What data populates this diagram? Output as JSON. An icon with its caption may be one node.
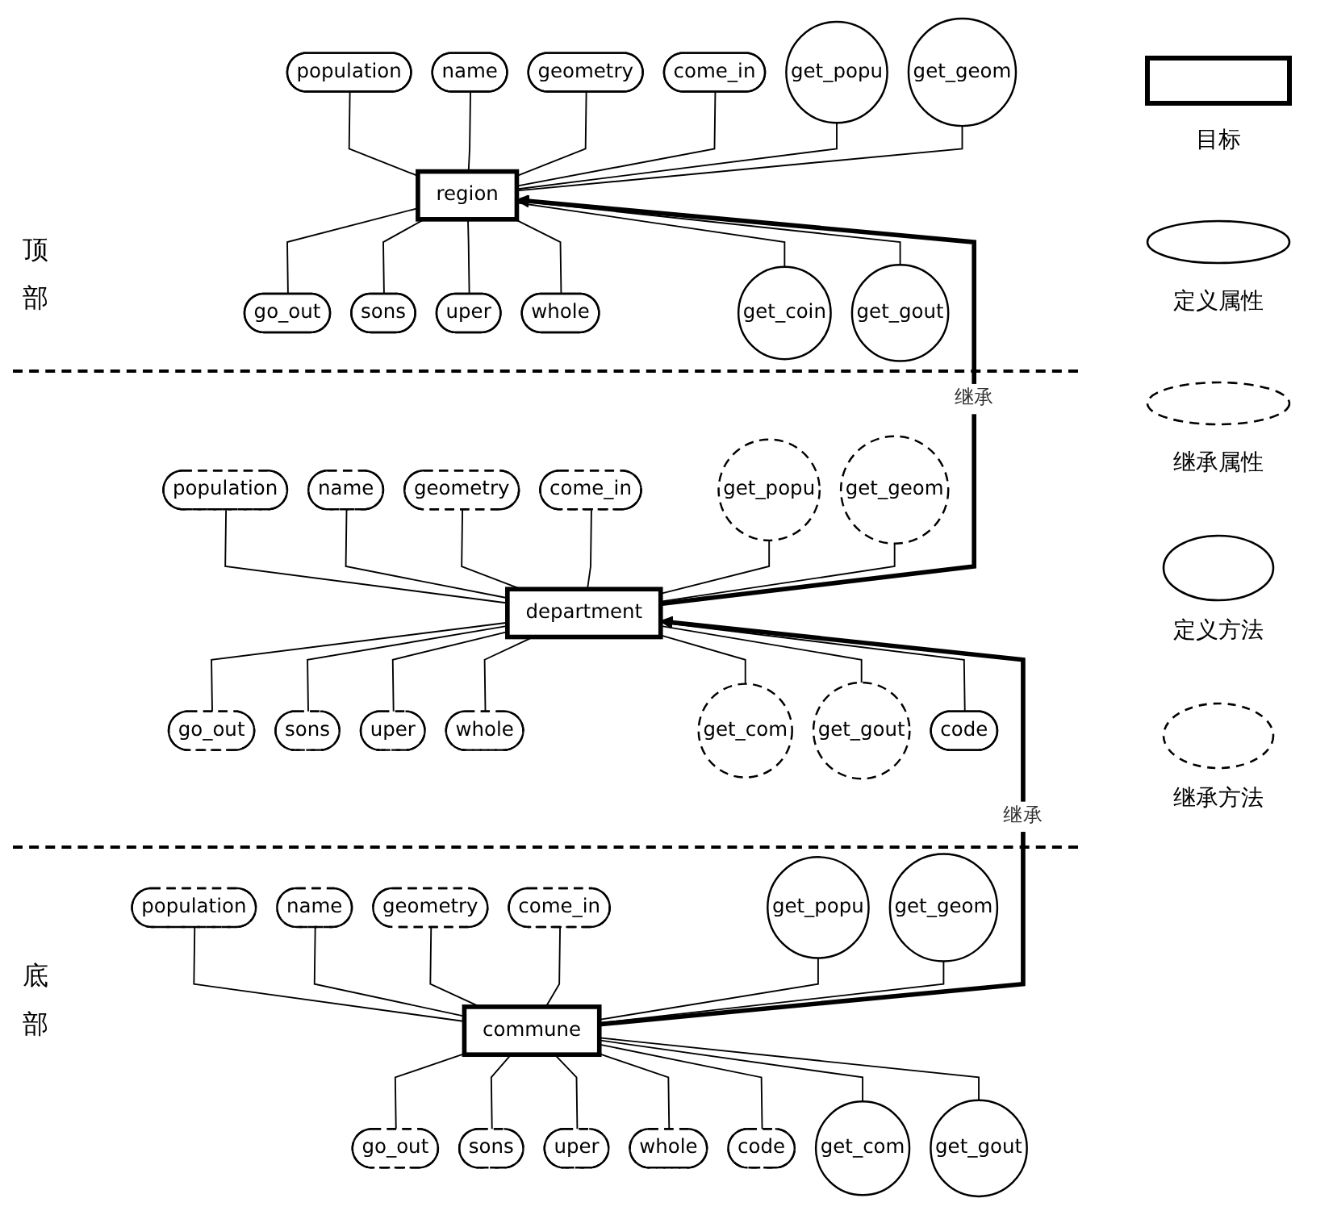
{
  "diagram": {
    "nodes": [
      {
        "text": [
          "region"
        ]
      },
      {
        "text": [
          "population"
        ]
      },
      {
        "text": [
          "name"
        ]
      },
      {
        "text": [
          "geometry"
        ]
      },
      {
        "text": [
          "come_in"
        ]
      },
      {
        "text": [
          "go_out"
        ]
      },
      {
        "text": [
          "sons"
        ]
      },
      {
        "text": [
          "uper"
        ]
      },
      {
        "text": [
          "whole"
        ]
      },
      {
        "text": [
          "get_popu"
        ]
      },
      {
        "text": [
          "get_geom"
        ]
      },
      {
        "text": [
          "get_coin"
        ]
      },
      {
        "text": [
          "get_gout"
        ]
      },
      {
        "text": [
          "department"
        ]
      },
      {
        "text": [
          "population"
        ]
      },
      {
        "text": [
          "name"
        ]
      },
      {
        "text": [
          "geometry"
        ]
      },
      {
        "text": [
          "come_in"
        ]
      },
      {
        "text": [
          "go_out"
        ]
      },
      {
        "text": [
          "sons"
        ]
      },
      {
        "text": [
          "uper"
        ]
      },
      {
        "text": [
          "whole"
        ]
      },
      {
        "text": [
          "get_popu"
        ]
      },
      {
        "text": [
          "get_geom"
        ]
      },
      {
        "text": [
          "get_com"
        ]
      },
      {
        "text": [
          "get_gout"
        ]
      },
      {
        "text": [
          "code"
        ]
      },
      {
        "text": [
          "commune"
        ]
      },
      {
        "text": [
          "population"
        ]
      },
      {
        "text": [
          "name"
        ]
      },
      {
        "text": [
          "geometry"
        ]
      },
      {
        "text": [
          "come_in"
        ]
      },
      {
        "text": [
          "go_out"
        ]
      },
      {
        "text": [
          "sons"
        ]
      },
      {
        "text": [
          "uper"
        ]
      },
      {
        "text": [
          "whole"
        ]
      },
      {
        "text": [
          "code"
        ]
      },
      {
        "text": [
          "get_popu"
        ]
      },
      {
        "text": [
          "get_geom"
        ]
      },
      {
        "text": [
          "get_com"
        ]
      },
      {
        "text": [
          "get_gout"
        ]
      }
    ],
    "edges": [
      {
        "from": 0,
        "to": 1,
        "arrow": "none"
      },
      {
        "from": 0,
        "to": 2,
        "arrow": "none"
      },
      {
        "from": 0,
        "to": 3,
        "arrow": "none"
      },
      {
        "from": 0,
        "to": 4,
        "arrow": "none"
      },
      {
        "from": 0,
        "to": 5,
        "arrow": "none"
      },
      {
        "from": 0,
        "to": 6,
        "arrow": "none"
      },
      {
        "from": 0,
        "to": 7,
        "arrow": "none"
      },
      {
        "from": 0,
        "to": 8,
        "arrow": "none"
      },
      {
        "from": 0,
        "to": 9,
        "arrow": "none"
      },
      {
        "from": 0,
        "to": 10,
        "arrow": "none"
      },
      {
        "from": 0,
        "to": 11,
        "arrow": "none"
      },
      {
        "from": 0,
        "to": 12,
        "arrow": "none"
      },
      {
        "from": 13,
        "to": 0,
        "arrow": "to",
        "label": "继承",
        "style": "thick"
      },
      {
        "from": 13,
        "to": 14,
        "arrow": "none"
      },
      {
        "from": 13,
        "to": 15,
        "arrow": "none"
      },
      {
        "from": 13,
        "to": 16,
        "arrow": "none"
      },
      {
        "from": 13,
        "to": 17,
        "arrow": "none"
      },
      {
        "from": 13,
        "to": 18,
        "arrow": "none"
      },
      {
        "from": 13,
        "to": 19,
        "arrow": "none"
      },
      {
        "from": 13,
        "to": 20,
        "arrow": "none"
      },
      {
        "from": 13,
        "to": 21,
        "arrow": "none"
      },
      {
        "from": 13,
        "to": 22,
        "arrow": "none"
      },
      {
        "from": 13,
        "to": 23,
        "arrow": "none"
      },
      {
        "from": 13,
        "to": 24,
        "arrow": "none"
      },
      {
        "from": 13,
        "to": 25,
        "arrow": "none"
      },
      {
        "from": 13,
        "to": 26,
        "arrow": "none"
      },
      {
        "from": 27,
        "to": 13,
        "arrow": "to",
        "label": "继承",
        "style": "thick"
      },
      {
        "from": 27,
        "to": 28,
        "arrow": "none"
      },
      {
        "from": 27,
        "to": 29,
        "arrow": "none"
      },
      {
        "from": 27,
        "to": 30,
        "arrow": "none"
      },
      {
        "from": 27,
        "to": 31,
        "arrow": "none"
      },
      {
        "from": 27,
        "to": 32,
        "arrow": "none"
      },
      {
        "from": 27,
        "to": 33,
        "arrow": "none"
      },
      {
        "from": 27,
        "to": 34,
        "arrow": "none"
      },
      {
        "from": 27,
        "to": 35,
        "arrow": "none"
      },
      {
        "from": 27,
        "to": 36,
        "arrow": "none"
      },
      {
        "from": 27,
        "to": 37,
        "arrow": "none"
      },
      {
        "from": 27,
        "to": 38,
        "arrow": "none"
      },
      {
        "from": 27,
        "to": 39,
        "arrow": "none"
      },
      {
        "from": 27,
        "to": 40,
        "arrow": "none"
      }
    ],
    "labels": [
      "顶部",
      "底部"
    ],
    "legend": [
      {
        "text": "目标"
      },
      {
        "text": "定义属性"
      },
      {
        "text": "继承属性"
      },
      {
        "text": "定义方法"
      },
      {
        "text": "继承方法"
      }
    ]
  }
}
